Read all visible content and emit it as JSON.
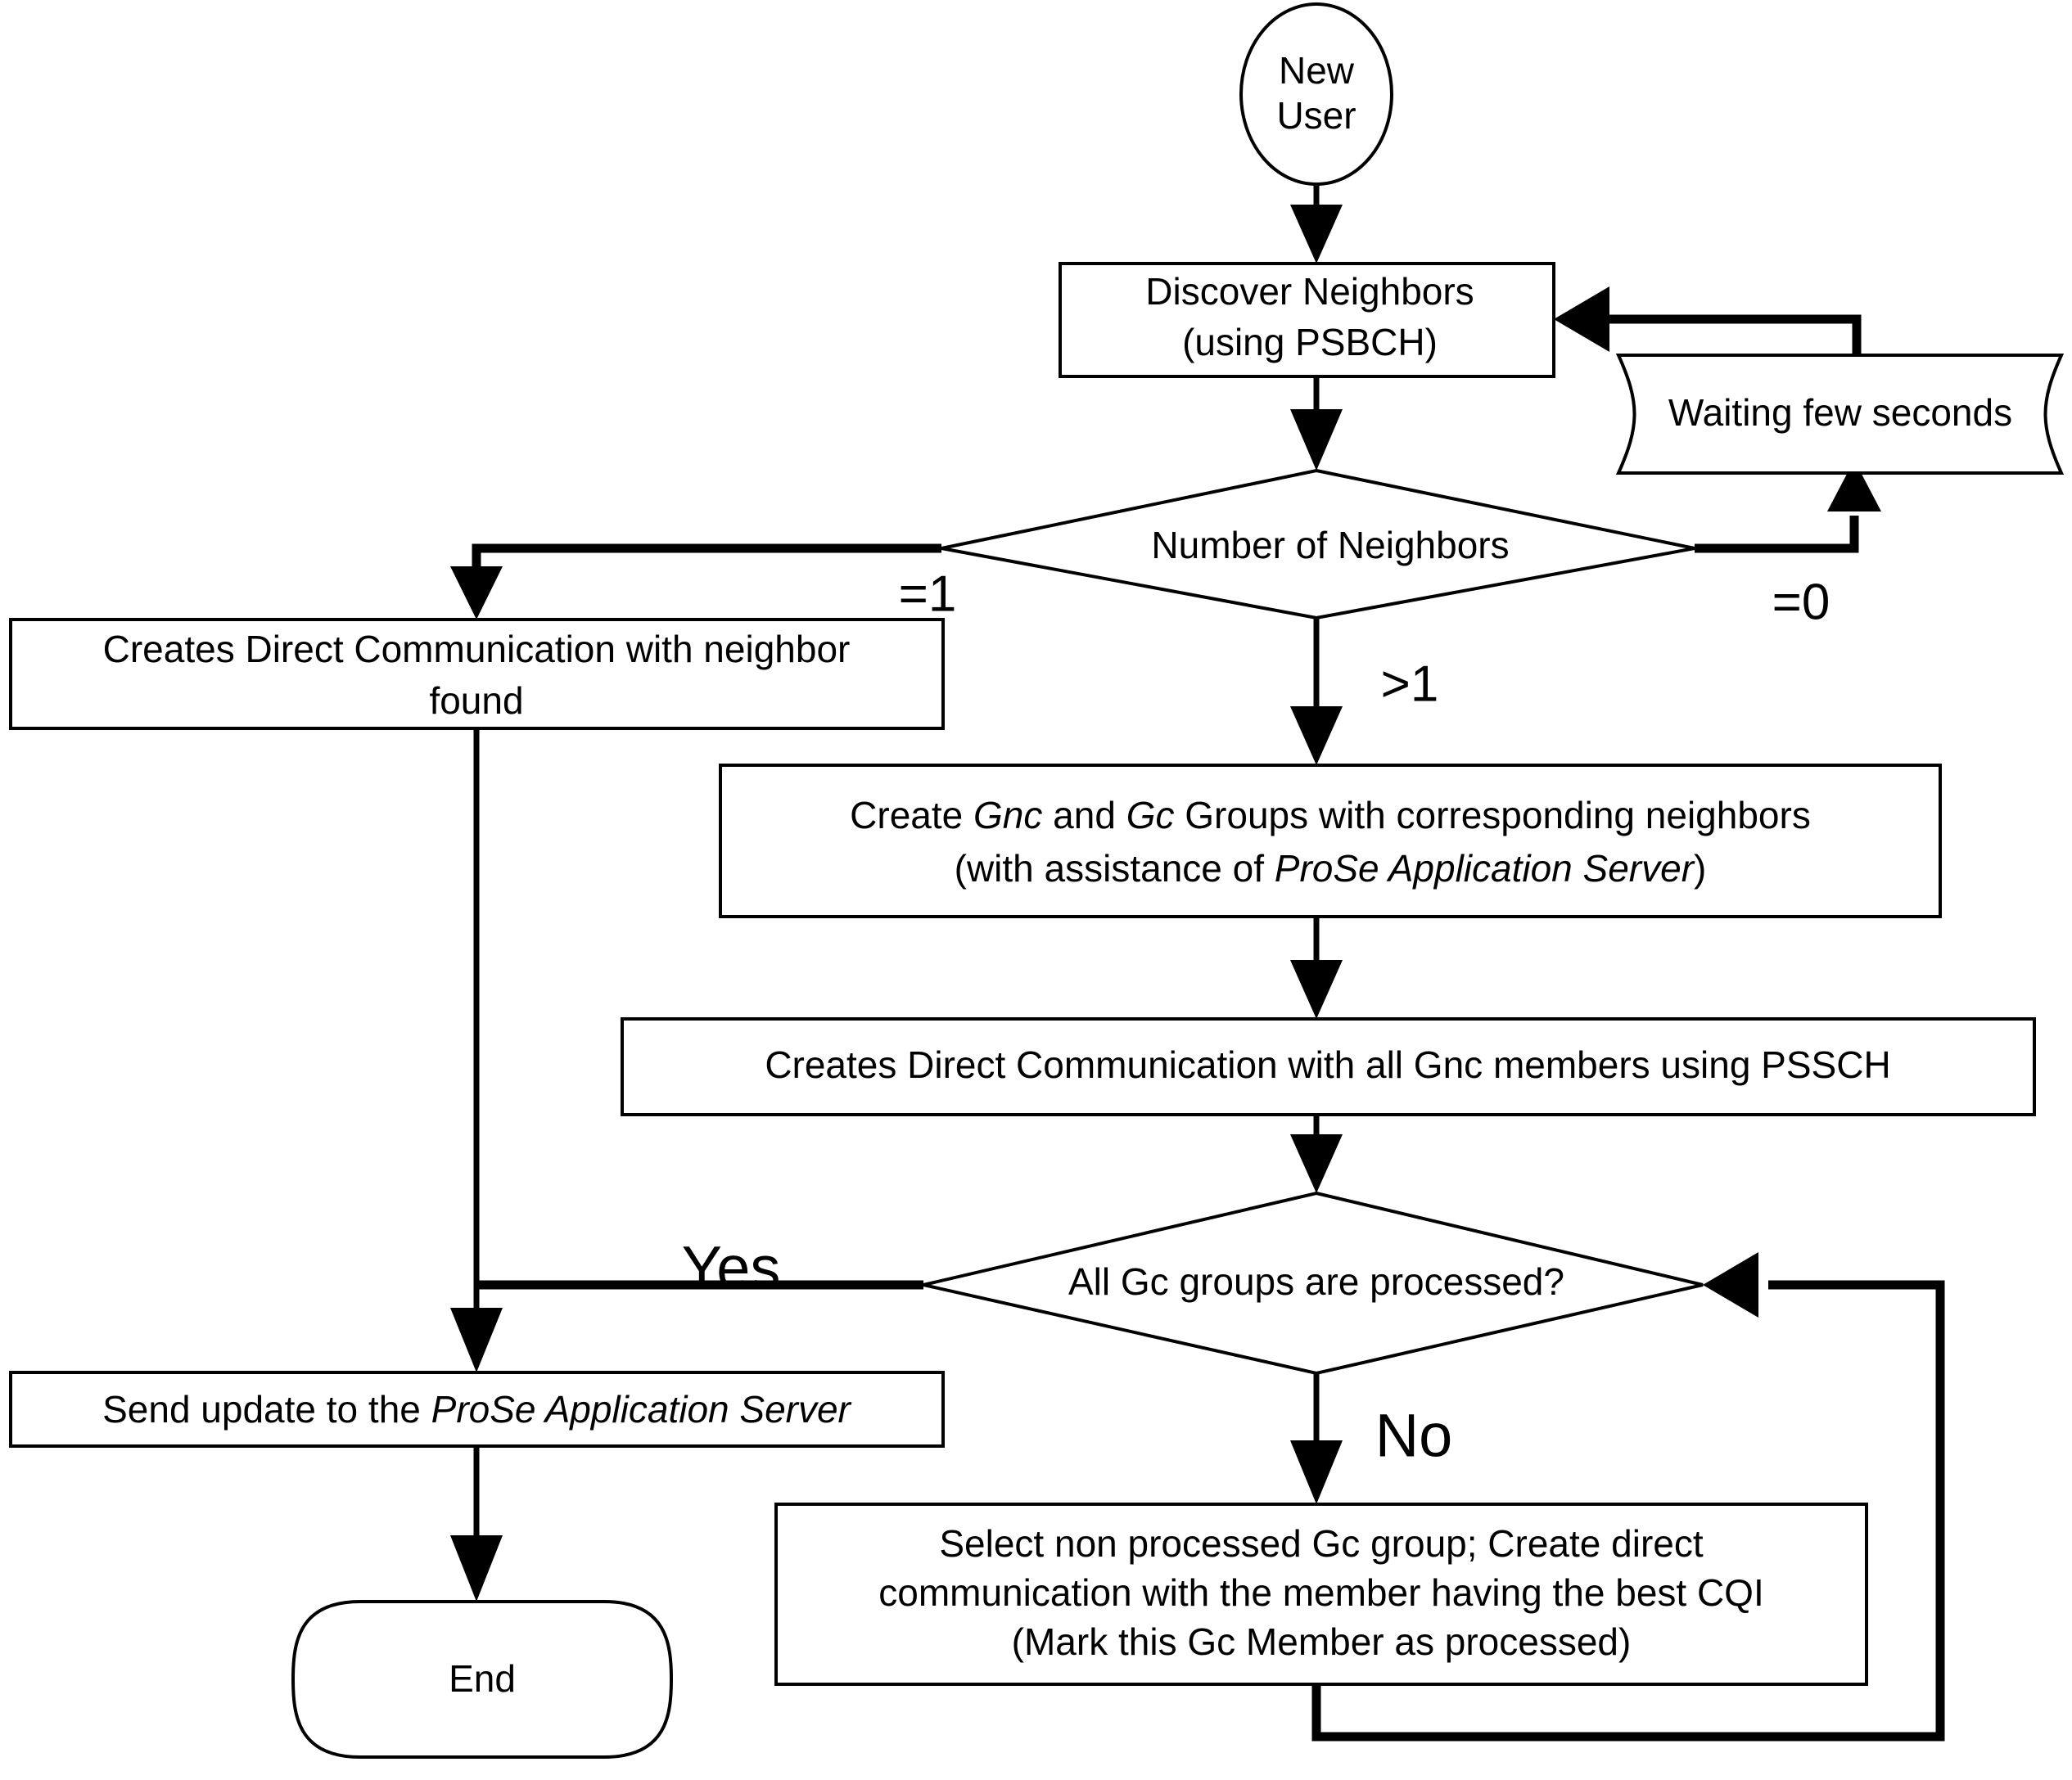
{
  "diagram": {
    "title": "ProSe Direct Communication Group Formation Flowchart",
    "type": "flowchart",
    "background_color": "#ffffff",
    "line_color": "#000000",
    "text_color": "#000000"
  },
  "nodes": {
    "start": {
      "id": "new-user",
      "shape": "ellipse",
      "line1": "New",
      "line2": "User"
    },
    "discover": {
      "id": "discover-neighbors",
      "shape": "process",
      "line1": "Discover Neighbors",
      "line2": "(using PSBCH)"
    },
    "waiting": {
      "id": "waiting-few-seconds",
      "shape": "tape",
      "label": "Waiting few seconds"
    },
    "neighbors_decision": {
      "id": "number-of-neighbors",
      "shape": "decision",
      "label": "Number of Neighbors"
    },
    "direct_single": {
      "id": "creates-direct-communication-neighbor-found",
      "shape": "process",
      "line1": "Creates Direct Communication with neighbor",
      "line2": "found"
    },
    "create_groups": {
      "id": "create-gnc-gc-groups",
      "shape": "process",
      "line1_a": "Create ",
      "line1_b": "Gnc",
      "line1_c": " and ",
      "line1_d": "Gc",
      "line1_e": " Groups with corresponding neighbors",
      "line2_a": "(with assistance of ",
      "line2_b": "ProSe Application Server",
      "line2_c": ")"
    },
    "direct_gnc": {
      "id": "creates-direct-communication-gnc-pssch",
      "shape": "process",
      "label": "Creates Direct Communication with all Gnc members using PSSCH"
    },
    "gc_decision": {
      "id": "all-gc-groups-processed",
      "shape": "decision",
      "label": "All Gc groups are processed?"
    },
    "select_gc": {
      "id": "select-non-processed-gc-group",
      "shape": "process",
      "line1": "Select non processed Gc group;  Create direct",
      "line2": "communication with the member having the best CQI",
      "line3": "(Mark this Gc Member as processed)"
    },
    "send_update": {
      "id": "send-update-prose-application-server",
      "shape": "process",
      "line1_a": "Send update to the ",
      "line1_b": "ProSe Application Server"
    },
    "end": {
      "id": "end",
      "shape": "terminator",
      "label": "End"
    }
  },
  "edge_labels": {
    "neighbors_eq_one": "=1",
    "neighbors_eq_zero": "=0",
    "neighbors_gt_one": ">1",
    "gc_yes": "Yes",
    "gc_no": "No"
  }
}
